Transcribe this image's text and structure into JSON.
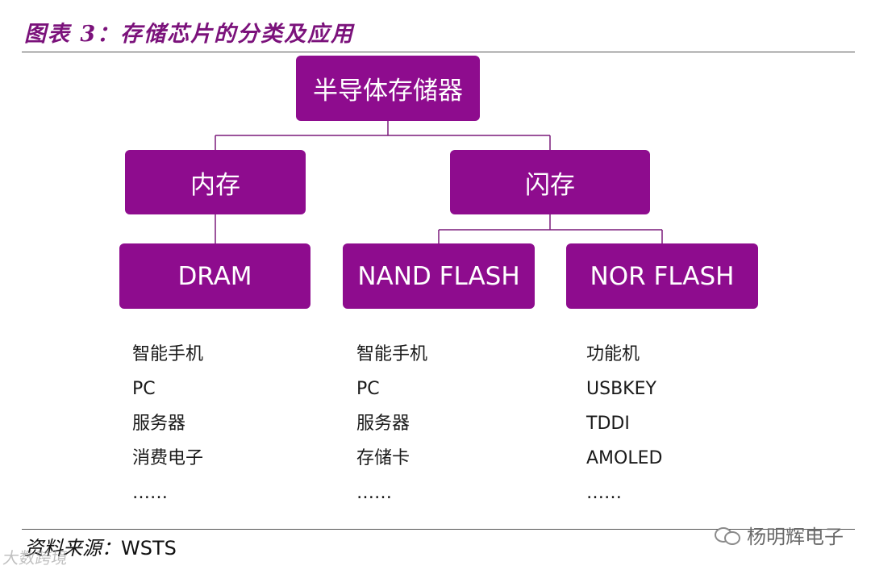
{
  "figure_title": "图表 3：存储芯片的分类及应用",
  "colors": {
    "node_fill": "#8e0c8e",
    "node_text": "#ffffff",
    "title": "#7b127b",
    "connector": "#7a1a7a"
  },
  "nodes": {
    "root": "半导体存储器",
    "memory": "内存",
    "flash": "闪存",
    "dram": "DRAM",
    "nand": "NAND FLASH",
    "nor": "NOR FLASH"
  },
  "applications": {
    "dram": [
      "智能手机",
      "PC",
      "服务器",
      "消费电子",
      "……"
    ],
    "nand": [
      "智能手机",
      "PC",
      "服务器",
      "存储卡",
      "……"
    ],
    "nor": [
      "功能机",
      "USBKEY",
      "TDDI",
      "AMOLED",
      "……"
    ]
  },
  "source": {
    "label": "资料来源：",
    "value": "WSTS"
  },
  "watermark": {
    "text": "杨明辉电子",
    "icon": "wechat-icon"
  },
  "watermark_bottom": "大数跨境"
}
